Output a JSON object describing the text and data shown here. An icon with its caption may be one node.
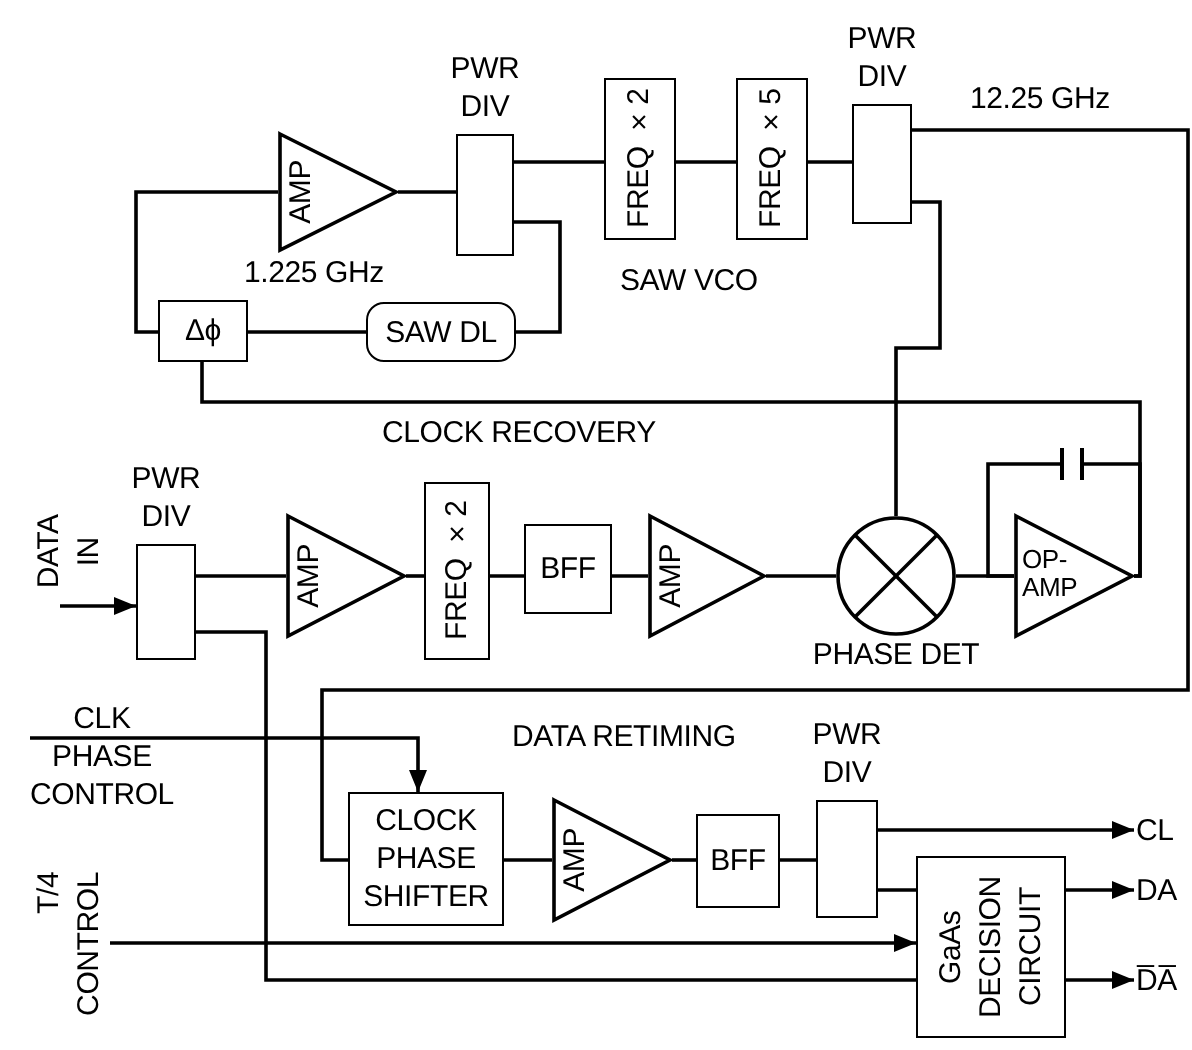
{
  "diagram": {
    "nodes": [
      {
        "text": [
          "AMP"
        ]
      },
      {
        "text": [
          "PWR DIV"
        ]
      },
      {
        "text": [
          "FREQ ×2"
        ]
      },
      {
        "text": [
          "FREQ ×5"
        ]
      },
      {
        "text": [
          "PWR DIV"
        ]
      },
      {
        "text": [
          "Δϕ"
        ]
      },
      {
        "text": [
          "SAW DL"
        ]
      },
      {
        "text": [],
        "shape": "capacitor"
      },
      {
        "text": [
          "DATA IN"
        ]
      },
      {
        "text": [
          "PWR DIV"
        ]
      },
      {
        "text": [
          "AMP"
        ]
      },
      {
        "text": [
          "FREQ ×2"
        ]
      },
      {
        "text": [
          "BFF"
        ]
      },
      {
        "text": [
          "AMP"
        ]
      },
      {
        "text": [
          "PHASE DET"
        ]
      },
      {
        "text": [
          "OP-AMP"
        ]
      },
      {
        "text": [
          "CLK PHASE CONTROL"
        ]
      },
      {
        "text": [
          "CLOCK PHASE SHIFTER"
        ]
      },
      {
        "text": [
          "AMP"
        ]
      },
      {
        "text": [
          "BFF"
        ]
      },
      {
        "text": [
          "PWR DIV"
        ]
      },
      {
        "text": [
          "CL"
        ]
      },
      {
        "text": [
          "T/4 CONTROL"
        ]
      },
      {
        "text": [
          "GaAs DECISION CIRCUIT"
        ]
      },
      {
        "text": [
          "DA"
        ]
      },
      {
        "text": [
          "D̅A̅"
        ]
      }
    ],
    "edges": [
      {
        "from": 5,
        "to": 0,
        "arrow": "none"
      },
      {
        "from": 0,
        "to": 1,
        "arrow": "none"
      },
      {
        "from": 1,
        "to": 2,
        "arrow": "none"
      },
      {
        "from": 1,
        "to": 6,
        "arrow": "none"
      },
      {
        "from": 6,
        "to": 5,
        "arrow": "none"
      },
      {
        "from": 2,
        "to": 3,
        "arrow": "none"
      },
      {
        "from": 3,
        "to": 4,
        "arrow": "none"
      },
      {
        "from": 4,
        "to": 17,
        "arrow": "none",
        "label": "12.25 GHz"
      },
      {
        "from": 4,
        "to": 14,
        "arrow": "none"
      },
      {
        "from": 15,
        "to": 5,
        "arrow": "none"
      },
      {
        "from": 15,
        "to": 7,
        "arrow": "none"
      },
      {
        "from": 7,
        "to": 15,
        "arrow": "none"
      },
      {
        "from": 8,
        "to": 9,
        "arrow": "to"
      },
      {
        "from": 9,
        "to": 10,
        "arrow": "none"
      },
      {
        "from": 9,
        "to": 23,
        "arrow": "none"
      },
      {
        "from": 10,
        "to": 11,
        "arrow": "none"
      },
      {
        "from": 11,
        "to": 12,
        "arrow": "none"
      },
      {
        "from": 12,
        "to": 13,
        "arrow": "none"
      },
      {
        "from": 13,
        "to": 14,
        "arrow": "none"
      },
      {
        "from": 14,
        "to": 15,
        "arrow": "none"
      },
      {
        "from": 16,
        "to": 17,
        "arrow": "to"
      },
      {
        "from": 17,
        "to": 18,
        "arrow": "none"
      },
      {
        "from": 18,
        "to": 19,
        "arrow": "none"
      },
      {
        "from": 19,
        "to": 20,
        "arrow": "none"
      },
      {
        "from": 20,
        "to": 21,
        "arrow": "to"
      },
      {
        "from": 20,
        "to": 23,
        "arrow": "none"
      },
      {
        "from": 22,
        "to": 23,
        "arrow": "to"
      },
      {
        "from": 23,
        "to": 24,
        "arrow": "to"
      },
      {
        "from": 23,
        "to": 25,
        "arrow": "to"
      }
    ],
    "labels": [
      "1.225 GHz",
      "SAW VCO",
      "CLOCK RECOVERY",
      "DATA RETIMING"
    ]
  }
}
